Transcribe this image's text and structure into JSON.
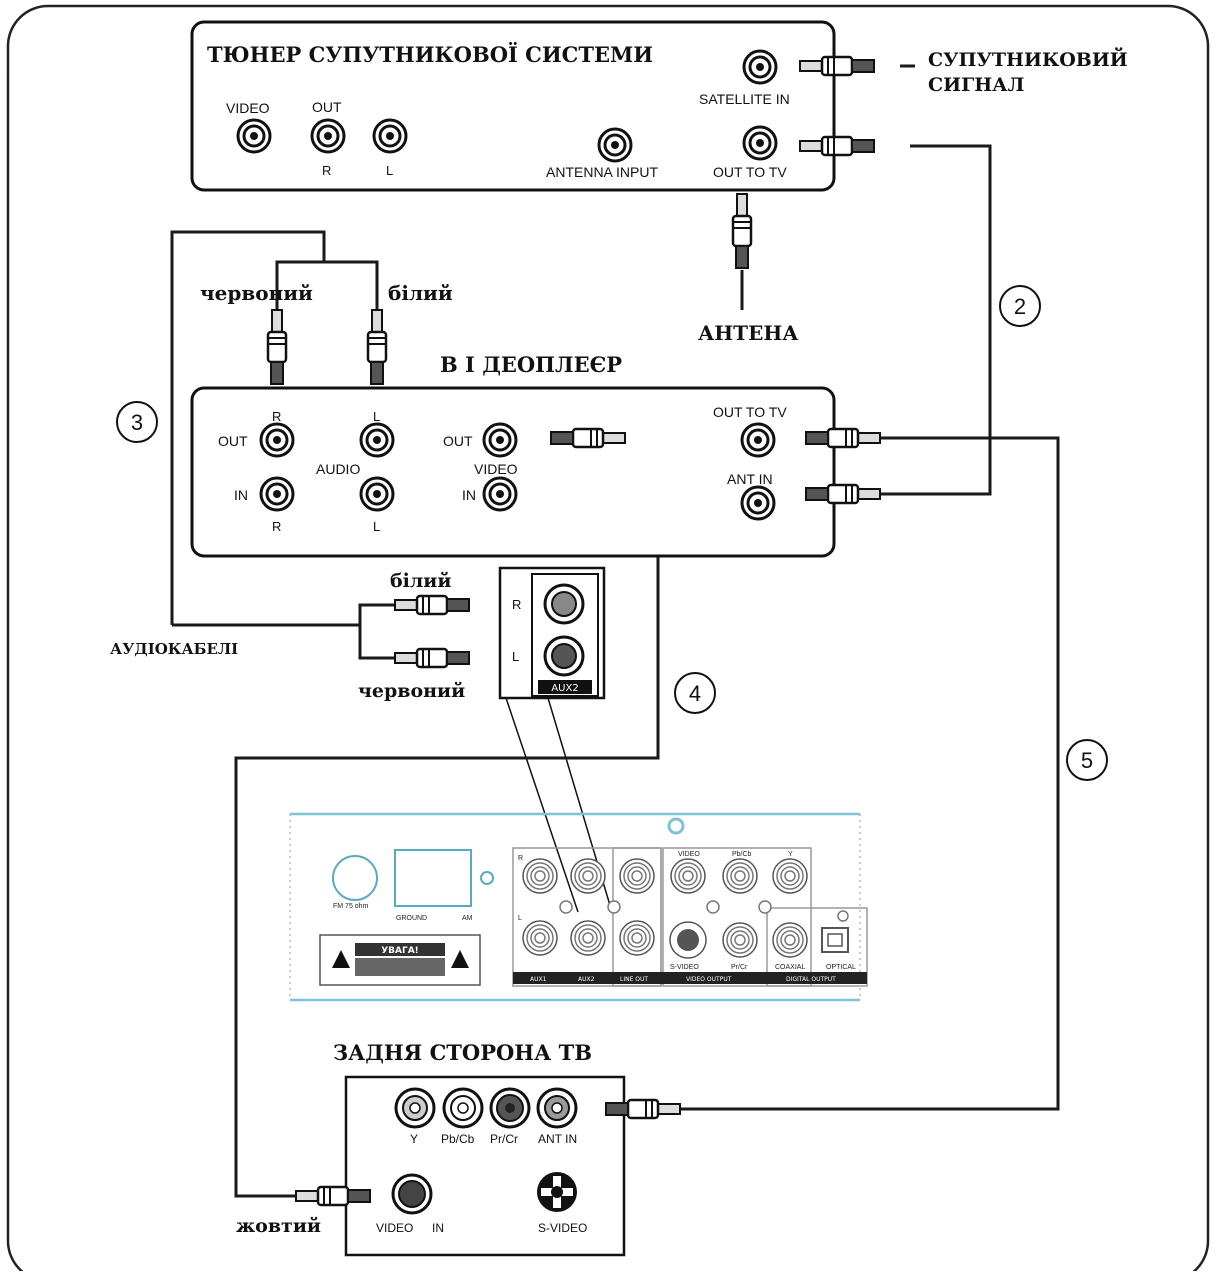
{
  "tuner": {
    "title": "ТЮНЕР СУПУТНИКОВОЇ  СИСТЕМИ",
    "video": "VIDEO",
    "out": "OUT",
    "r": "R",
    "l": "L",
    "antenna_input": "ANTENNA INPUT",
    "satellite_in": "SATELLITE IN",
    "out_to_tv": "OUT TO TV"
  },
  "satellite_signal": {
    "line1": "СУПУТНИКОВИЙ",
    "line2": "СИГНАЛ"
  },
  "antenna": "АНТЕНА",
  "vcr": {
    "title": "В І ДЕОПЛЕЄР",
    "r": "R",
    "l": "L",
    "out": "OUT",
    "in": "IN",
    "audio": "AUDIO",
    "video": "VIDEO",
    "out_to_tv": "OUT TO TV",
    "ant_in": "ANT IN"
  },
  "wires": {
    "red_top": "червоний",
    "white_top": "білий",
    "white_mid": "білий",
    "red_mid": "червоний",
    "audio_cables": "АУДІОКАБЕЛІ",
    "yellow": "жовтий"
  },
  "aux_panel": {
    "r": "R",
    "l": "L",
    "label": "AUX2"
  },
  "numbers": {
    "n2": "2",
    "n3": "3",
    "n4": "4",
    "n5": "5"
  },
  "player": {
    "fm": "FM 75 ohm",
    "ground": "GROUND",
    "am": "AM",
    "warning": "УВАГА!",
    "r": "R",
    "l": "L",
    "video": "VIDEO",
    "pbcb": "Pb/Cb",
    "y": "Y",
    "aux1": "AUX1",
    "aux2": "AUX2",
    "line_out": "LINE OUT",
    "video_output": "VIDEO OUTPUT",
    "digital_output": "DIGITAL OUTPUT",
    "svideo": "S-VIDEO",
    "prcr": "Pr/Cr",
    "coaxial": "COAXIAL",
    "optical": "OPTICAL"
  },
  "tv": {
    "title": "ЗАДНЯ   СТОРОНА ТВ",
    "y": "Y",
    "pbcb": "Pb/Cb",
    "prcr": "Pr/Cr",
    "ant_in": "ANT IN",
    "video": "VIDEO",
    "in": "IN",
    "svideo": "S-VIDEO"
  }
}
